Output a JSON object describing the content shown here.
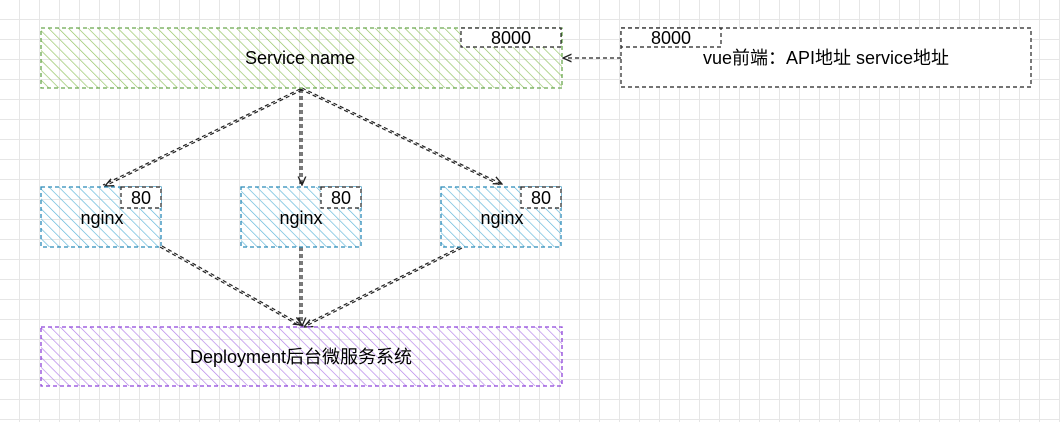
{
  "colors": {
    "service_fill": "#c6e3a2",
    "service_stroke": "#6aa84f",
    "nginx_fill": "#a9d8ea",
    "nginx_stroke": "#2b8ab8",
    "deployment_fill": "#c89ef0",
    "deployment_stroke": "#8e44d9",
    "edge": "#222222"
  },
  "service": {
    "name": "Service name",
    "port": "8000"
  },
  "frontend": {
    "label": "vue前端：API地址 service地址",
    "port": "8000"
  },
  "nginx_nodes": [
    {
      "name": "nginx",
      "port": "80"
    },
    {
      "name": "nginx",
      "port": "80"
    },
    {
      "name": "nginx",
      "port": "80"
    }
  ],
  "deployment": {
    "name": "Deployment后台微服务系统"
  }
}
